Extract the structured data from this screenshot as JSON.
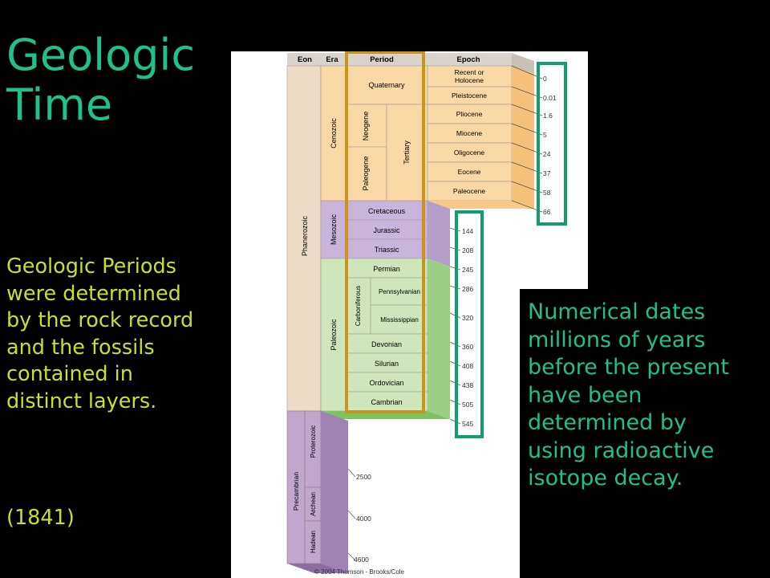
{
  "title_lines": [
    "Geologic",
    "Time"
  ],
  "left_text_lines": [
    "Geologic Periods",
    "were determined",
    "by the rock record",
    "and the fossils",
    "contained in",
    "distinct layers."
  ],
  "left_year": "(1841)",
  "right_text_lines": [
    "Numerical dates",
    "millions of years",
    "before the present",
    "have been",
    "determined by",
    "using radioactive",
    "isotope decay."
  ],
  "columns": {
    "eon": "Eon",
    "era": "Era",
    "period": "Period",
    "epoch": "Epoch"
  },
  "eons": {
    "phanerozoic": "Phanerozoic",
    "precambrian": "Precambrian"
  },
  "eras": {
    "cenozoic": "Cenozoic",
    "mesozoic": "Mesozoic",
    "paleozoic": "Paleozoic",
    "proterozoic": "Proterozoic",
    "archean": "Archean",
    "hadean": "Hadean"
  },
  "periods": {
    "quaternary": "Quaternary",
    "neogene": "Neogene",
    "paleogene": "Paleogene",
    "tertiary": "Tertiary",
    "cretaceous": "Cretaceous",
    "jurassic": "Jurassic",
    "triassic": "Triassic",
    "permian": "Permian",
    "carboniferous": "Carboniferous",
    "pennsylvanian": "Pennsylvanian",
    "mississippian": "Mississippian",
    "devonian": "Devonian",
    "silurian": "Silurian",
    "ordovician": "Ordovician",
    "cambrian": "Cambrian"
  },
  "epochs": [
    [
      "Recent or",
      "Holocene"
    ],
    [
      "Pleistocene"
    ],
    [
      "Pliocene"
    ],
    [
      "Miocene"
    ],
    [
      "Oligocene"
    ],
    [
      "Eocene"
    ],
    [
      "Paleocene"
    ]
  ],
  "dates_cenozoic": [
    "0",
    "0.01",
    "1.6",
    "5",
    "24",
    "37",
    "58",
    "66"
  ],
  "dates_mesozoic_paleozoic": [
    "144",
    "208",
    "245",
    "286",
    "320",
    "360",
    "408",
    "438",
    "505",
    "545"
  ],
  "dates_precambrian": [
    "2500",
    "4000",
    "4600"
  ],
  "copyright": "© 2004 Thomson - Brooks/Cole",
  "colors": {
    "title": "#1fc08f",
    "left_text": "#c8e02a",
    "right_text": "#1fc08f",
    "cenozoic": "#fbd9a6",
    "mesozoic": "#c8b5d9",
    "paleozoic": "#cfe6bd",
    "phanerozoic": "#ecdcc7",
    "precambrian": "#c0a8cc",
    "gold_highlight": "#c8961e",
    "teal_highlight": "#0f9e70"
  }
}
